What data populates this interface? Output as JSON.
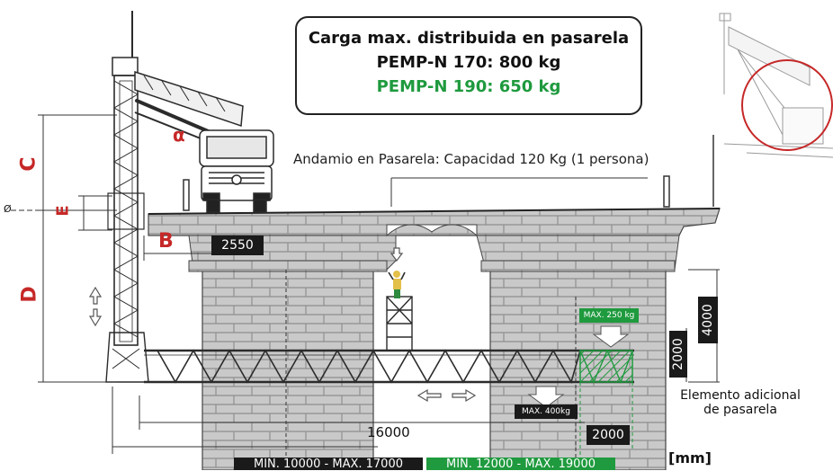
{
  "header": {
    "line1": "Carga max. distribuida en pasarela",
    "line2": "PEMP-N 170: 800 kg",
    "line3": "PEMP-N 190: 650 kg"
  },
  "annotations": {
    "andamio": "Andamio en Pasarela: Capacidad 120 Kg (1 persona)",
    "elemento_line1": "Elemento adicional",
    "elemento_line2": "de pasarela",
    "units": "[mm]"
  },
  "dimensions": {
    "d2550": "2550",
    "d16000": "16000",
    "d2000_bottom": "2000",
    "d2000_vertical": "2000",
    "d4000": "4000",
    "max250": "MAX. 250 kg",
    "max400": "MAX. 400kg",
    "min_black": "MIN. 10000 - MAX. 17000",
    "min_green": "MIN. 12000 - MAX. 19000"
  },
  "letters": {
    "c": "C",
    "e": "E",
    "b": "B",
    "d": "D",
    "alpha": "α",
    "diameter": "Ø"
  },
  "colors": {
    "accent_green": "#1f9a3e",
    "accent_red": "#c62828",
    "stone": "#c9c9c9",
    "mortar": "#8f8f8f",
    "structure": "#2b2b2b"
  }
}
